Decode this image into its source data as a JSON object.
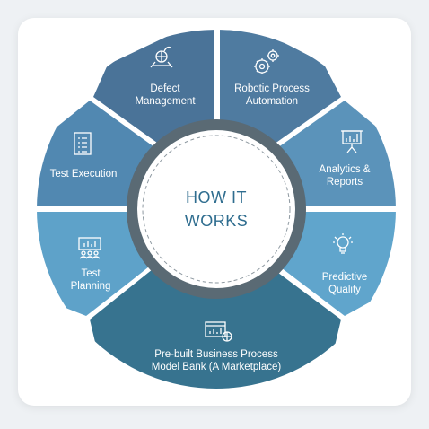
{
  "center": {
    "line1": "HOW IT",
    "line2": "WORKS"
  },
  "segments": [
    {
      "id": "defect",
      "line1": "Defect",
      "line2": "Management",
      "icon": "bomb-icon"
    },
    {
      "id": "rpa",
      "line1": "Robotic Process",
      "line2": "Automation",
      "icon": "gears-icon"
    },
    {
      "id": "analytics",
      "line1": "Analytics &",
      "line2": "Reports",
      "icon": "presentation-chart-icon"
    },
    {
      "id": "predictive",
      "line1": "Predictive",
      "line2": "Quality",
      "icon": "lightbulb-icon"
    },
    {
      "id": "model-bank",
      "line1": "Pre-built Business Process",
      "line2": "Model Bank (A Marketplace)",
      "icon": "browser-chart-icon"
    },
    {
      "id": "planning",
      "line1": "Test",
      "line2": "Planning",
      "icon": "meeting-board-icon"
    },
    {
      "id": "execution",
      "line1": "Test Execution",
      "line2": "",
      "icon": "checklist-icon"
    }
  ],
  "colors": {
    "defect": "#4a7398",
    "rpa": "#4f7ba0",
    "analytics": "#5b93ba",
    "predictive": "#60a5cc",
    "model-bank": "#37738f",
    "planning": "#5ea2c9",
    "execution": "#5188b1",
    "inner-ring": "#5a6a74",
    "center": "#ffffff"
  }
}
